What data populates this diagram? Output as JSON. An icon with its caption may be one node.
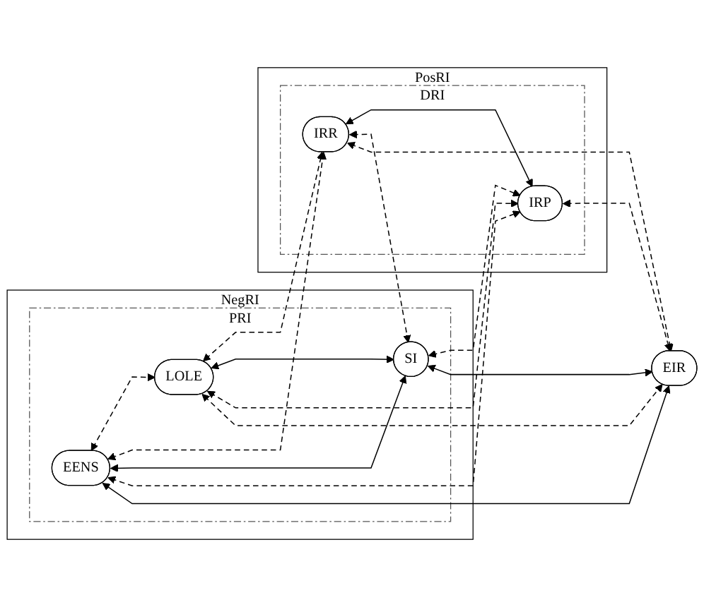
{
  "diagram": {
    "nodes": [
      {
        "text": [
          "NegRI"
        ]
      },
      {
        "text": [
          "PRI"
        ],
        "in": 0
      },
      {
        "text": [
          "LOLE"
        ],
        "in": 1
      },
      {
        "text": [
          "EENS"
        ],
        "in": 1
      },
      {
        "text": [
          "SI"
        ],
        "in": 1
      },
      {
        "text": [
          "PosRI"
        ]
      },
      {
        "text": [
          "DRI"
        ],
        "in": 5
      },
      {
        "text": [
          "IRR"
        ],
        "in": 6
      },
      {
        "text": [
          "IRP"
        ],
        "in": 6
      },
      {
        "text": [
          "EIR"
        ]
      }
    ],
    "edges": [
      {
        "from": 3,
        "to": 2,
        "arrow": "both",
        "style": "dashed"
      },
      {
        "from": 3,
        "to": 7,
        "arrow": "both",
        "style": "dashed"
      },
      {
        "from": 2,
        "to": 7,
        "arrow": "both",
        "style": "dashed"
      },
      {
        "from": 3,
        "to": 4,
        "arrow": "both"
      },
      {
        "from": 3,
        "to": 8,
        "arrow": "both",
        "style": "dashed"
      },
      {
        "from": 3,
        "to": 9,
        "arrow": "both"
      },
      {
        "from": 2,
        "to": 4,
        "arrow": "both"
      },
      {
        "from": 2,
        "to": 8,
        "arrow": "both",
        "style": "dashed"
      },
      {
        "from": 2,
        "to": 9,
        "arrow": "both",
        "style": "dashed"
      },
      {
        "from": 7,
        "to": 8,
        "arrow": "both"
      },
      {
        "from": 7,
        "to": 4,
        "arrow": "both",
        "style": "dashed"
      },
      {
        "from": 7,
        "to": 9,
        "arrow": "both",
        "style": "dashed"
      },
      {
        "from": 4,
        "to": 8,
        "arrow": "both",
        "style": "dashed"
      },
      {
        "from": 4,
        "to": 9,
        "arrow": "both"
      },
      {
        "from": 8,
        "to": 9,
        "arrow": "both",
        "style": "dashed"
      }
    ]
  }
}
